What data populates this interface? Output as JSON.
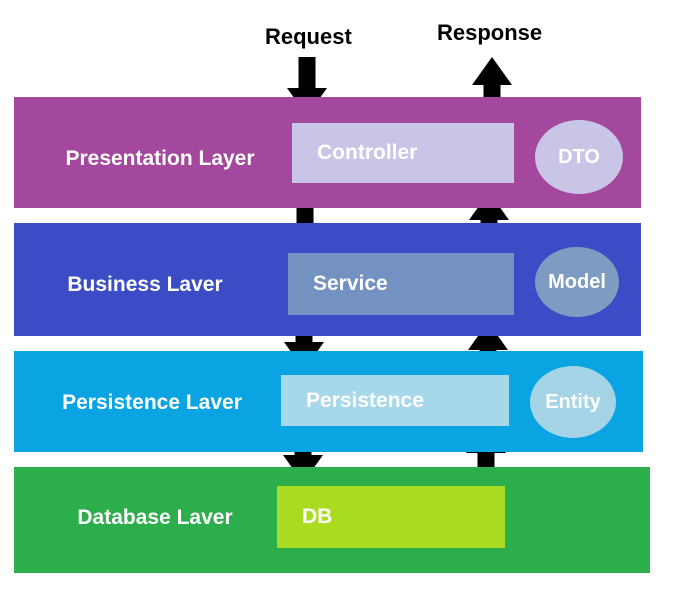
{
  "flow": {
    "request_label": "Request",
    "response_label": "Response"
  },
  "colors": {
    "arrow": "#000000",
    "background": "#ffffff",
    "layer_text": "#ffffff",
    "flow_text": "#000000"
  },
  "layers": [
    {
      "label": "Presentation Layer",
      "band_color": "#a4489e",
      "box": {
        "label": "Controller",
        "color": "#c9c5e7"
      },
      "ellipse": {
        "label": "DTO",
        "color": "#c9c5e7"
      }
    },
    {
      "label": "Business Laver",
      "band_color": "#3c4cc6",
      "box": {
        "label": "Service",
        "color": "#7392c1"
      },
      "ellipse": {
        "label": "Model",
        "color": "#7e9cc2"
      }
    },
    {
      "label": "Persistence Laver",
      "band_color": "#09a4e1",
      "box": {
        "label": "Persistence",
        "color": "#a6d8ea"
      },
      "ellipse": {
        "label": "Entity",
        "color": "#a4d4e6"
      }
    },
    {
      "label": "Database Laver",
      "band_color": "#2cae4c",
      "box": {
        "label": "DB",
        "color": "#a9dc20"
      }
    }
  ]
}
